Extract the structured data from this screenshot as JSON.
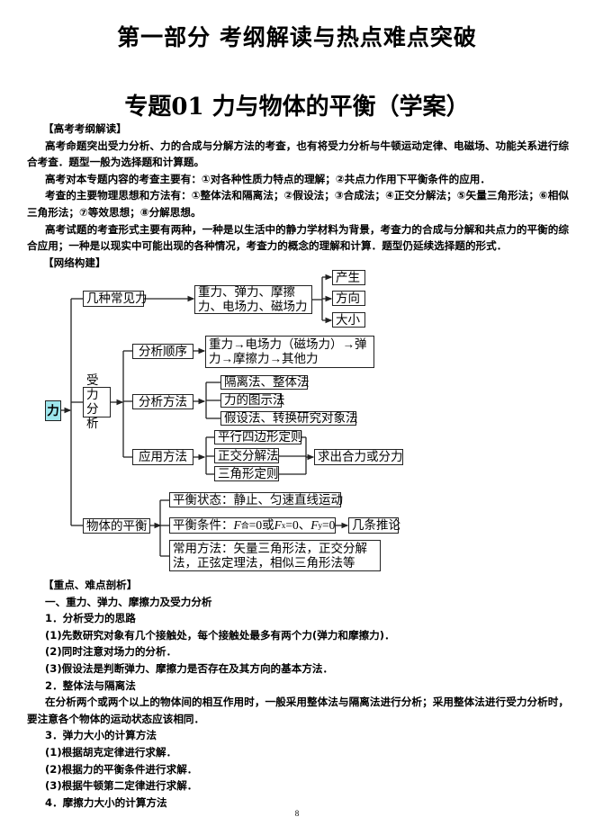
{
  "part_title": "第一部分  考纲解读与热点难点突破",
  "topic_title": "专题01  力与物体的平衡（学案）",
  "syllabus": {
    "heading": "【高考考纲解读】",
    "paragraphs": [
      "高考命题突出受力分析、力的合成与分解方法的考查，也有将受力分析与牛顿运动定律、电磁场、功能关系进行综合考查．题型一般为选择题和计算题。",
      "高考对本专题内容的考查主要有：①对各种性质力特点的理解；②共点力作用下平衡条件的应用．",
      "考查的主要物理思想和方法有：①整体法和隔离法；②假设法；③合成法；④正交分解法；⑤矢量三角形法；⑥相似三角形法；⑦等效思想；⑧分解思想。",
      " 高考试题的考查形式主要有两种，一种是以生活中的静力学材料为背景，考查力的合成与分解和共点力的平衡的综合应用；一种是以现实中可能出现的各种情况，考查力的概念的理解和计算．题型仍延续选择题的形式．"
    ],
    "network_heading": "【网络构建】"
  },
  "diagram": {
    "root": "力",
    "common_forces": "几种常见力",
    "force_types": "重力、弹力、摩擦力、电场力、磁场力",
    "aspects": [
      "产生",
      "方向",
      "大小"
    ],
    "force_analysis": "受力分析",
    "order_label": "分析顺序",
    "order_text": "重力→电场力（磁场力）→弹力→摩擦力→其他力",
    "method_label": "分析方法",
    "methods": [
      "隔离法、整体法",
      "力的图示法",
      "假设法、转换研究对象法"
    ],
    "apply_label": "应用方法",
    "apply_methods": [
      "平行四边形定则",
      "正交分解法",
      "三角形定则"
    ],
    "apply_result": "求出合力或分力",
    "equilibrium": "物体的平衡",
    "eq_state": "平衡状态：静止、匀速直线运动",
    "eq_condition_prefix": "平衡条件：",
    "eq_condition": {
      "f1": "F",
      "s1": "合",
      "t1": "=0或",
      "f2": "F",
      "s2": "x",
      "t2": "=0、",
      "f3": "F",
      "s3": "y",
      "t3": "=0"
    },
    "eq_corollary": "几条推论",
    "eq_methods": "常用方法：矢量三角形法，正交分解法，正弦定理法，相似三角形法等",
    "root_fill": "#9ee6ec"
  },
  "analysis": {
    "heading": "【重点、难点剖析】",
    "lines": [
      "一、重力、弹力、摩擦力及受力分析",
      "1．分析受力的思路",
      "(1)先数研究对象有几个接触处，每个接触处最多有两个力(弹力和摩擦力)．",
      "(2)同时注意对场力的分析．",
      "(3)假设法是判断弹力、摩擦力是否存在及其方向的基本方法．",
      "2．整体法与隔离法",
      "在分析两个或两个以上的物体间的相互作用时，一般采用整体法与隔离法进行分析；采用整体法进行受力分析时，要注意各个物体的运动状态应该相同．",
      "3．弹力大小的计算方法",
      "(1)根据胡克定律进行求解．",
      "(2)根据力的平衡条件进行求解．",
      "(3)根据牛顿第二定律进行求解．",
      "4．摩擦力大小的计算方法"
    ]
  },
  "page_number": "8"
}
